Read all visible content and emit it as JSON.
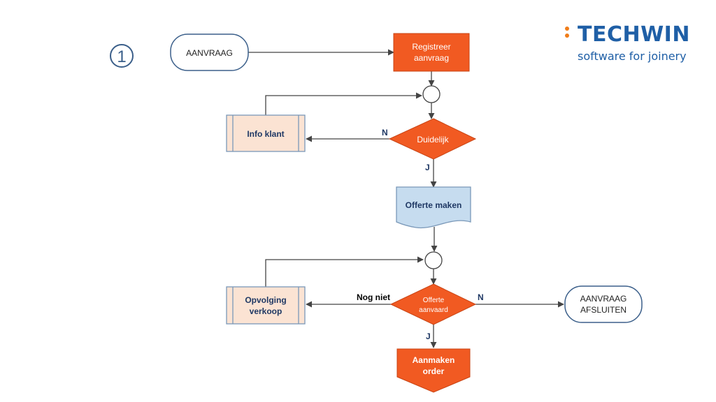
{
  "step_number": "1",
  "logo": {
    "name": "TECHWIN",
    "tagline": "software for joinery",
    "dot_color": "#f07d1a",
    "text_color": "#1f5fa6"
  },
  "colors": {
    "process_fill": "#f15a22",
    "process_border": "#c84414",
    "terminator_border": "#3b5f8a",
    "subprocess_fill": "#fbe3d3",
    "subprocess_border": "#7a98b8",
    "document_fill": "#c6dcef",
    "document_border": "#7a98b8",
    "line": "#444444",
    "label_text": "#1f3864"
  },
  "nodes": {
    "aanvraag": "AANVRAAG",
    "registreer": [
      "Registreer",
      "aanvraag"
    ],
    "duidelijk": "Duidelijk",
    "info_klant": "Info klant",
    "offerte_maken": "Offerte maken",
    "offerte_aanvaard": [
      "Offerte",
      "aanvaard"
    ],
    "opvolging": [
      "Opvolging",
      "verkoop"
    ],
    "afsluiten": [
      "AANVRAAG",
      "AFSLUITEN"
    ],
    "aanmaken_order": [
      "Aanmaken",
      "order"
    ]
  },
  "edge_labels": {
    "duidelijk_no": "N",
    "duidelijk_yes": "J",
    "aanvaard_not_yet": "Nog niet",
    "aanvaard_no": "N",
    "aanvaard_yes": "J"
  }
}
